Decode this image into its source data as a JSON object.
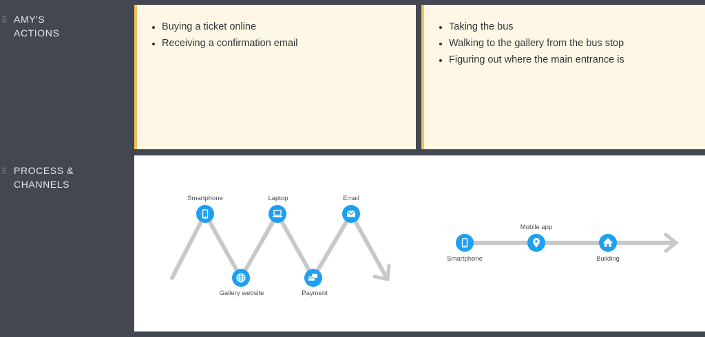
{
  "rows": {
    "actions": {
      "label": "AMY'S\nACTIONS"
    },
    "process": {
      "label": "PROCESS  &\nCHANNELS"
    }
  },
  "actions_cards": [
    {
      "items": [
        "Buying a ticket online",
        "Receiving a confirmation email"
      ]
    },
    {
      "items": [
        "Taking the bus",
        "Walking to the gallery from the bus stop",
        "Figuring out where the main entrance is"
      ]
    }
  ],
  "process": {
    "flow1": {
      "nodes": [
        {
          "label": "Smartphone",
          "icon": "smartphone-icon"
        },
        {
          "label": "Gallery website",
          "icon": "globe-icon"
        },
        {
          "label": "Laptop",
          "icon": "laptop-icon"
        },
        {
          "label": "Payment",
          "icon": "payment-icon"
        },
        {
          "label": "Email",
          "icon": "email-icon"
        }
      ]
    },
    "flow2": {
      "nodes": [
        {
          "label": "Smartphone",
          "icon": "smartphone-icon"
        },
        {
          "label": "Mobile app",
          "icon": "map-pin-icon"
        },
        {
          "label": "Building",
          "icon": "home-icon"
        }
      ]
    }
  },
  "colors": {
    "sidebar": "#434750",
    "card_bg": "#fff7e6",
    "card_accent": "#f3c35d",
    "node": "#1ea0f0",
    "line": "#c8c8c8"
  }
}
